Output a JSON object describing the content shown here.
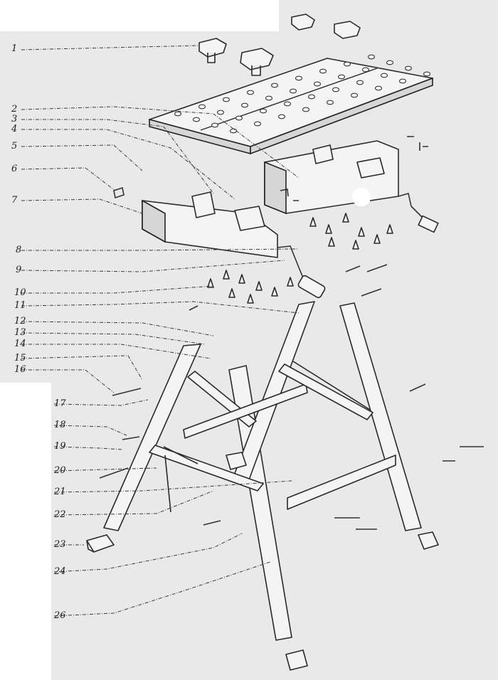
{
  "callouts": [
    {
      "id": "1",
      "label": "1"
    },
    {
      "id": "2",
      "label": "2"
    },
    {
      "id": "3",
      "label": "3"
    },
    {
      "id": "4",
      "label": "4"
    },
    {
      "id": "5",
      "label": "5"
    },
    {
      "id": "6",
      "label": "6"
    },
    {
      "id": "7",
      "label": "7"
    },
    {
      "id": "8",
      "label": "8"
    },
    {
      "id": "9",
      "label": "9"
    },
    {
      "id": "10",
      "label": "10"
    },
    {
      "id": "11",
      "label": "11"
    },
    {
      "id": "12",
      "label": "12"
    },
    {
      "id": "13",
      "label": "13"
    },
    {
      "id": "14",
      "label": "14"
    },
    {
      "id": "15",
      "label": "15"
    },
    {
      "id": "16",
      "label": "16"
    },
    {
      "id": "17",
      "label": "17"
    },
    {
      "id": "18",
      "label": "18"
    },
    {
      "id": "19",
      "label": "19"
    },
    {
      "id": "20",
      "label": "20"
    },
    {
      "id": "21",
      "label": "21"
    },
    {
      "id": "22",
      "label": "22"
    },
    {
      "id": "23",
      "label": "23"
    },
    {
      "id": "24",
      "label": "24"
    },
    {
      "id": "26",
      "label": "26"
    }
  ],
  "colors": {
    "paper": "#e9e9e9",
    "ink": "#2a2a2a"
  }
}
